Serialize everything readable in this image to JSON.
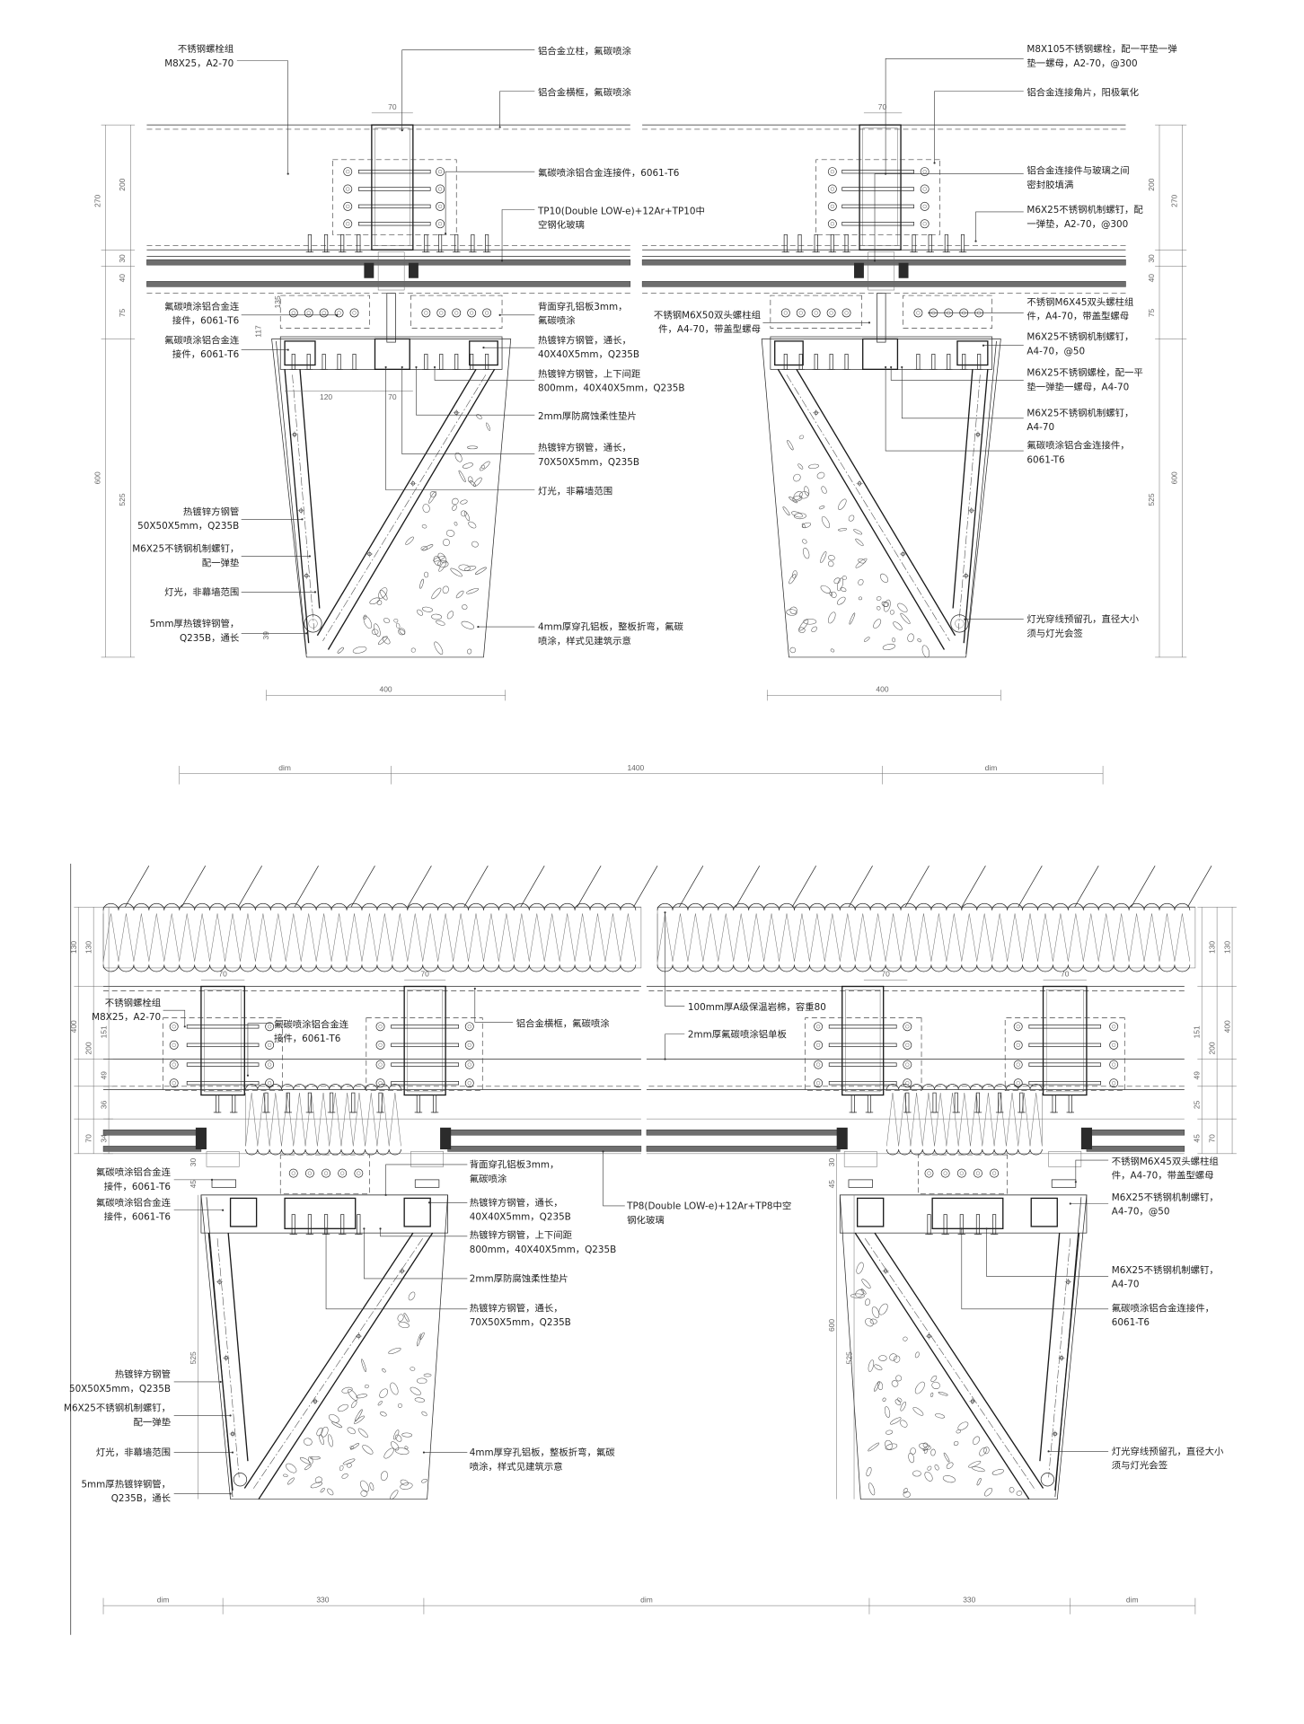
{
  "panels": [
    {
      "id": "top_left",
      "labels": [
        [
          "不锈钢螺栓组",
          "M8X25，A2-70"
        ],
        [
          "铝合金立柱，氟碳喷涂"
        ],
        [
          "铝合金横框，氟碳喷涂"
        ],
        [
          "氟碳喷涂铝合金连接件，6061-T6"
        ],
        [
          "TP10(Double LOW-e)+12Ar+TP10中",
          "空钢化玻璃"
        ],
        [
          "背面穿孔铝板3mm，",
          "氟碳喷涂"
        ],
        [
          "热镀锌方钢管，通长，",
          "40X40X5mm，Q235B"
        ],
        [
          "热镀锌方钢管，上下间距",
          "800mm，40X40X5mm，Q235B"
        ],
        [
          "2mm厚防腐蚀柔性垫片"
        ],
        [
          "热镀锌方钢管，通长，",
          "70X50X5mm，Q235B"
        ],
        [
          "灯光，非幕墙范围"
        ],
        [
          "4mm厚穿孔铝板，整板折弯，氟碳",
          "喷涂，样式见建筑示意"
        ],
        [
          "氟碳喷涂铝合金连",
          "接件，6061-T6"
        ],
        [
          "氟碳喷涂铝合金连",
          "接件，6061-T6"
        ],
        [
          "热镀锌方钢管",
          "50X50X5mm，Q235B"
        ],
        [
          "M6X25不锈钢机制螺钉，",
          "配一弹垫"
        ],
        [
          "灯光，非幕墙范围"
        ],
        [
          "5mm厚热镀锌钢管，",
          "Q235B，通长"
        ]
      ],
      "dims": [
        "70",
        "270",
        "200",
        "30",
        "40",
        "75",
        "600",
        "525",
        "135",
        "117",
        "120",
        "70",
        "400",
        "39"
      ]
    },
    {
      "id": "top_right",
      "labels": [
        [
          "M8X105不锈钢螺栓，配一平垫一弹",
          "垫一螺母，A2-70，@300"
        ],
        [
          "铝合金连接角片，阳极氧化"
        ],
        [
          "铝合金连接件与玻璃之间",
          "密封胶填满"
        ],
        [
          "M6X25不锈钢机制螺钉，配",
          "一弹垫，A2-70，@300"
        ],
        [
          "不锈钢M6X45双头螺柱组",
          "件，A4-70，带盖型螺母"
        ],
        [
          "M6X25不锈钢机制螺钉，",
          "A4-70，@50"
        ],
        [
          "M6X25不锈钢螺栓，配一平",
          "垫一弹垫一螺母，A4-70"
        ],
        [
          "M6X25不锈钢机制螺钉，",
          "A4-70"
        ],
        [
          "氟碳喷涂铝合金连接件，",
          "6061-T6"
        ],
        [
          "灯光穿线预留孔，直径大小",
          "须与灯光会签"
        ],
        [
          "不锈钢M6X50双头螺柱组",
          "件，A4-70，带盖型螺母"
        ]
      ],
      "dims": [
        "70",
        "200",
        "270",
        "30",
        "40",
        "75",
        "600",
        "525",
        "400"
      ]
    },
    {
      "id": "bottom_left",
      "labels": [
        [
          "不锈钢螺栓组",
          "M8X25，A2-70"
        ],
        [
          "氟碳喷涂铝合金连",
          "接件，6061-T6"
        ],
        [
          "铝合金横框，氟碳喷涂"
        ],
        [
          "背面穿孔铝板3mm，",
          "氟碳喷涂"
        ],
        [
          "热镀锌方钢管，通长，",
          "40X40X5mm，Q235B"
        ],
        [
          "热镀锌方钢管，上下间距",
          "800mm，40X40X5mm，Q235B"
        ],
        [
          "2mm厚防腐蚀柔性垫片"
        ],
        [
          "热镀锌方钢管，通长，",
          "70X50X5mm，Q235B"
        ],
        [
          "4mm厚穿孔铝板，整板折弯，氟碳",
          "喷涂，样式见建筑示意"
        ],
        [
          "TP8(Double LOW-e)+12Ar+TP8中空",
          "钢化玻璃"
        ],
        [
          "氟碳喷涂铝合金连",
          "接件，6061-T6"
        ],
        [
          "氟碳喷涂铝合金连",
          "接件，6061-T6"
        ],
        [
          "热镀锌方钢管",
          "50X50X5mm，Q235B"
        ],
        [
          "M6X25不锈钢机制螺钉，",
          "配一弹垫"
        ],
        [
          "灯光，非幕墙范围"
        ],
        [
          "5mm厚热镀锌钢管，",
          "Q235B，通长"
        ]
      ],
      "dims": [
        "70",
        "70",
        "130",
        "130",
        "400",
        "200",
        "151",
        "49",
        "36",
        "70",
        "34",
        "30",
        "45",
        "525"
      ]
    },
    {
      "id": "bottom_right",
      "labels": [
        [
          "100mm厚A级保温岩棉，容重80"
        ],
        [
          "2mm厚氟碳喷涂铝单板"
        ],
        [
          "不锈钢M6X45双头螺柱组",
          "件，A4-70，带盖型螺母"
        ],
        [
          "M6X25不锈钢机制螺钉，",
          "A4-70，@50"
        ],
        [
          "M6X25不锈钢机制螺钉，",
          "A4-70"
        ],
        [
          "氟碳喷涂铝合金连接件，",
          "6061-T6"
        ],
        [
          "灯光穿线预留孔，直径大小",
          "须与灯光会签"
        ]
      ],
      "dims": [
        "70",
        "70",
        "130",
        "130",
        "400",
        "200",
        "151",
        "49",
        "25",
        "70",
        "45",
        "30",
        "45",
        "600",
        "525"
      ]
    }
  ],
  "overall_dims": {
    "row1": [
      "dim",
      "1400",
      "dim"
    ],
    "row2": [
      "dim",
      "330",
      "dim",
      "330",
      "dim"
    ]
  }
}
